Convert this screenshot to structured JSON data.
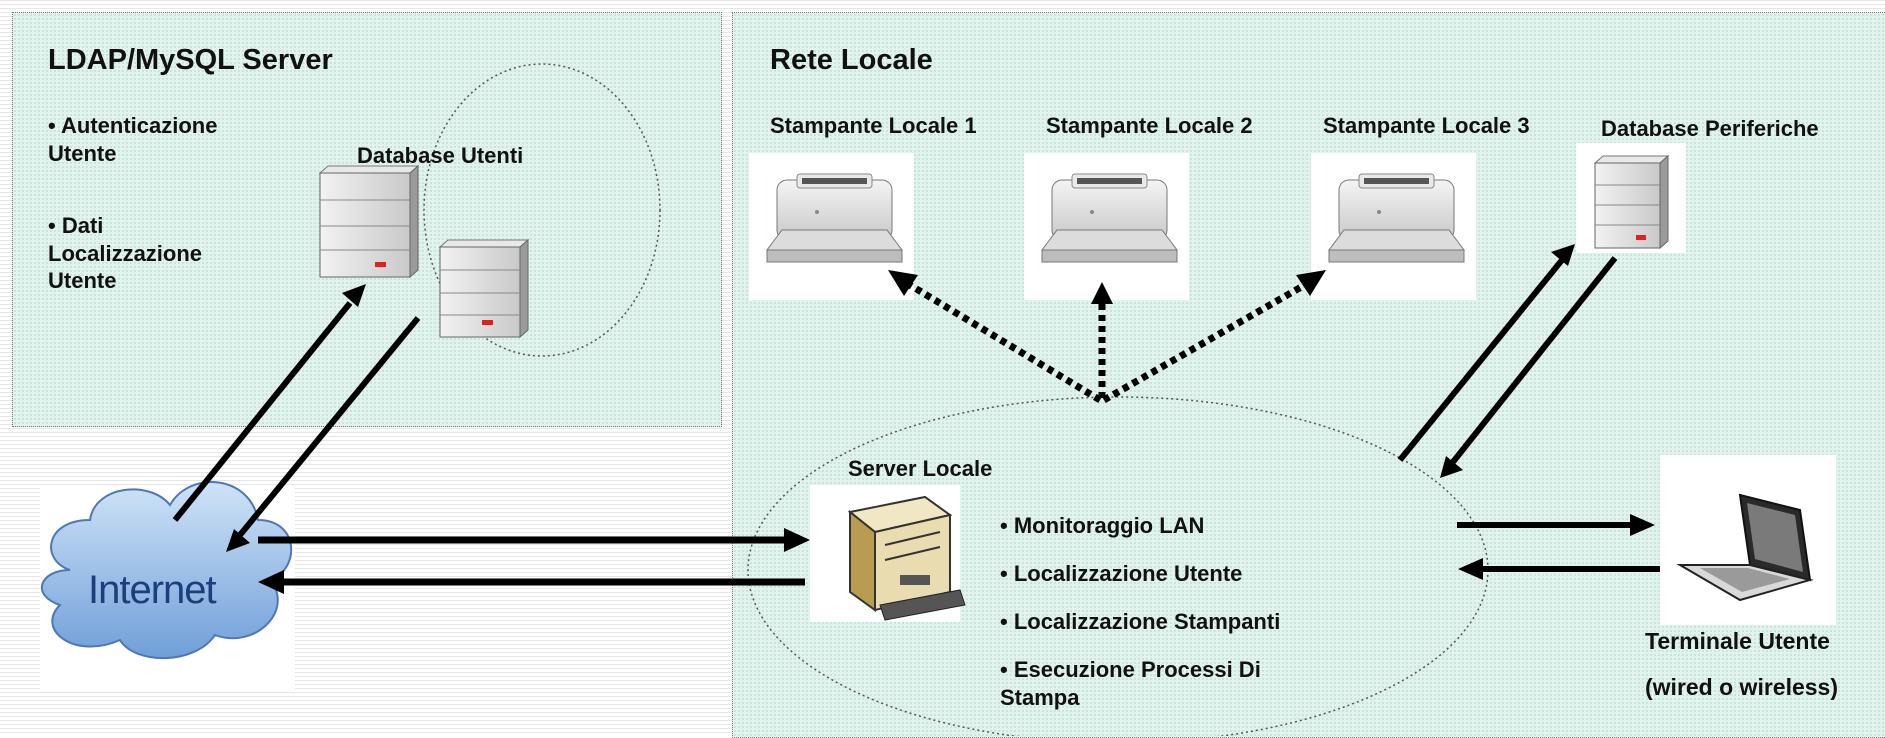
{
  "left_panel": {
    "title": "LDAP/MySQL Server",
    "bullets": [
      "• Autenticazione Utente",
      "• Dati Localizzazione Utente"
    ],
    "database_label": "Database Utenti"
  },
  "right_panel": {
    "title": "Rete Locale",
    "printers": [
      {
        "label": "Stampante Locale 1"
      },
      {
        "label": "Stampante Locale 2"
      },
      {
        "label": "Stampante Locale 3"
      }
    ],
    "peripherals_db_label": "Database Periferiche",
    "server": {
      "label": "Server Locale",
      "bullets": [
        "• Monitoraggio LAN",
        "• Localizzazione Utente",
        "• Localizzazione Stampanti",
        "• Esecuzione Processi Di Stampa"
      ]
    },
    "terminal": {
      "label": "Terminale Utente",
      "sublabel": "(wired o wireless)"
    }
  },
  "internet": {
    "label": "Internet"
  },
  "colors": {
    "panel_fill": "#e2f3ee",
    "arrow": "#000000",
    "internet_cloud": "#8fb7e6",
    "led": "#e0201a"
  }
}
